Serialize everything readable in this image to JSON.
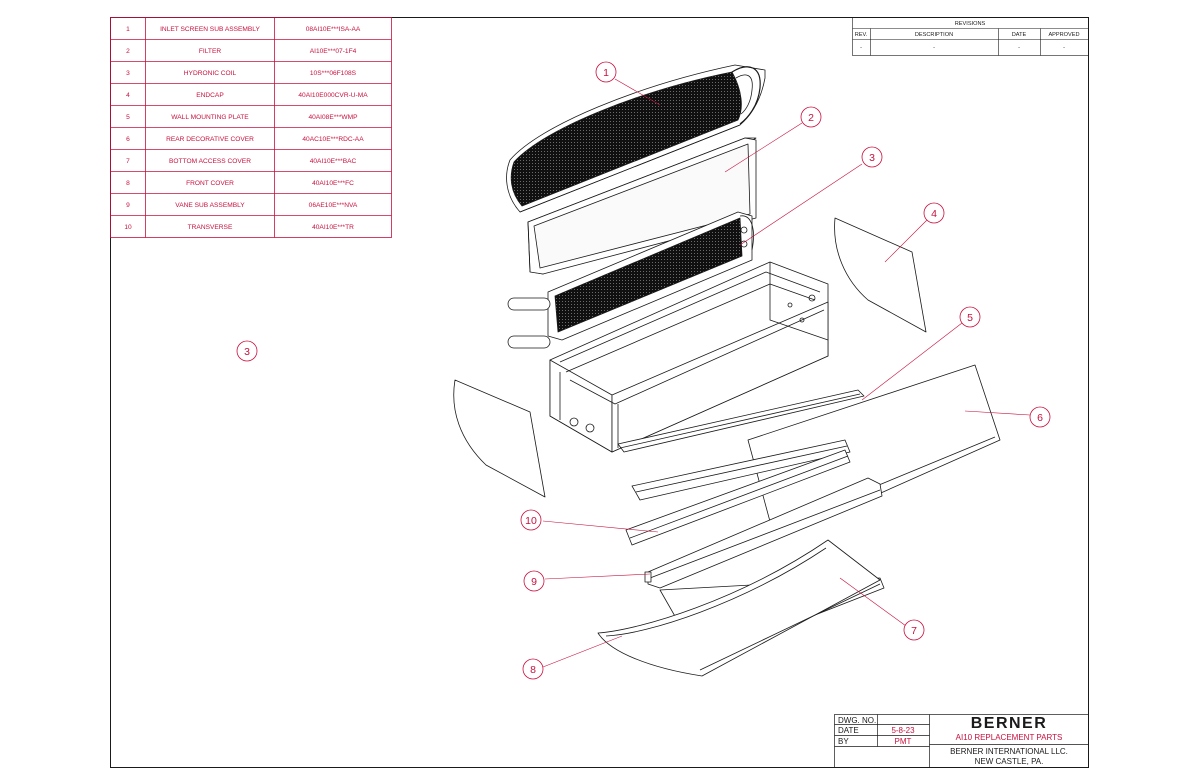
{
  "parts_list": [
    {
      "item": "1",
      "description": "INLET SCREEN SUB ASSEMBLY",
      "part_no": "08AI10E***ISA-AA"
    },
    {
      "item": "2",
      "description": "FILTER",
      "part_no": "AI10E***07-1F4"
    },
    {
      "item": "3",
      "description": "HYDRONIC COIL",
      "part_no": "10S***06F108S"
    },
    {
      "item": "4",
      "description": "ENDCAP",
      "part_no": "40AI10E000CVR-U-MA"
    },
    {
      "item": "5",
      "description": "WALL MOUNTING PLATE",
      "part_no": "40AI08E***WMP"
    },
    {
      "item": "6",
      "description": "REAR DECORATIVE COVER",
      "part_no": "40AC10E***RDC-AA"
    },
    {
      "item": "7",
      "description": "BOTTOM ACCESS COVER",
      "part_no": "40AI10E***BAC"
    },
    {
      "item": "8",
      "description": "FRONT COVER",
      "part_no": "40AI10E***FC"
    },
    {
      "item": "9",
      "description": "VANE SUB ASSEMBLY",
      "part_no": "06AE10E***NVA"
    },
    {
      "item": "10",
      "description": "TRANSVERSE",
      "part_no": "40AI10E***TR"
    }
  ],
  "revisions": {
    "title": "REVISIONS",
    "headers": {
      "rev": "REV.",
      "description": "DESCRIPTION",
      "date": "DATE",
      "approved": "APPROVED"
    },
    "row": {
      "rev": "-",
      "description": "-",
      "date": "-",
      "approved": "-"
    }
  },
  "balloons": [
    "1",
    "2",
    "3",
    "4",
    "5",
    "6",
    "7",
    "8",
    "9",
    "10",
    "3"
  ],
  "title_block": {
    "dwg_no_label": "DWG. NO.",
    "dwg_no_value": "",
    "date_label": "DATE",
    "date_value": "5-8-23",
    "by_label": "BY",
    "by_value": "PMT",
    "company_logo": "BERNER",
    "drawing_title": "AI10 REPLACEMENT PARTS",
    "company_name": "BERNER INTERNATIONAL LLC.",
    "company_location": "NEW CASTLE, PA."
  },
  "colors": {
    "accent": "#c8103e",
    "line": "#1a1a1a"
  }
}
